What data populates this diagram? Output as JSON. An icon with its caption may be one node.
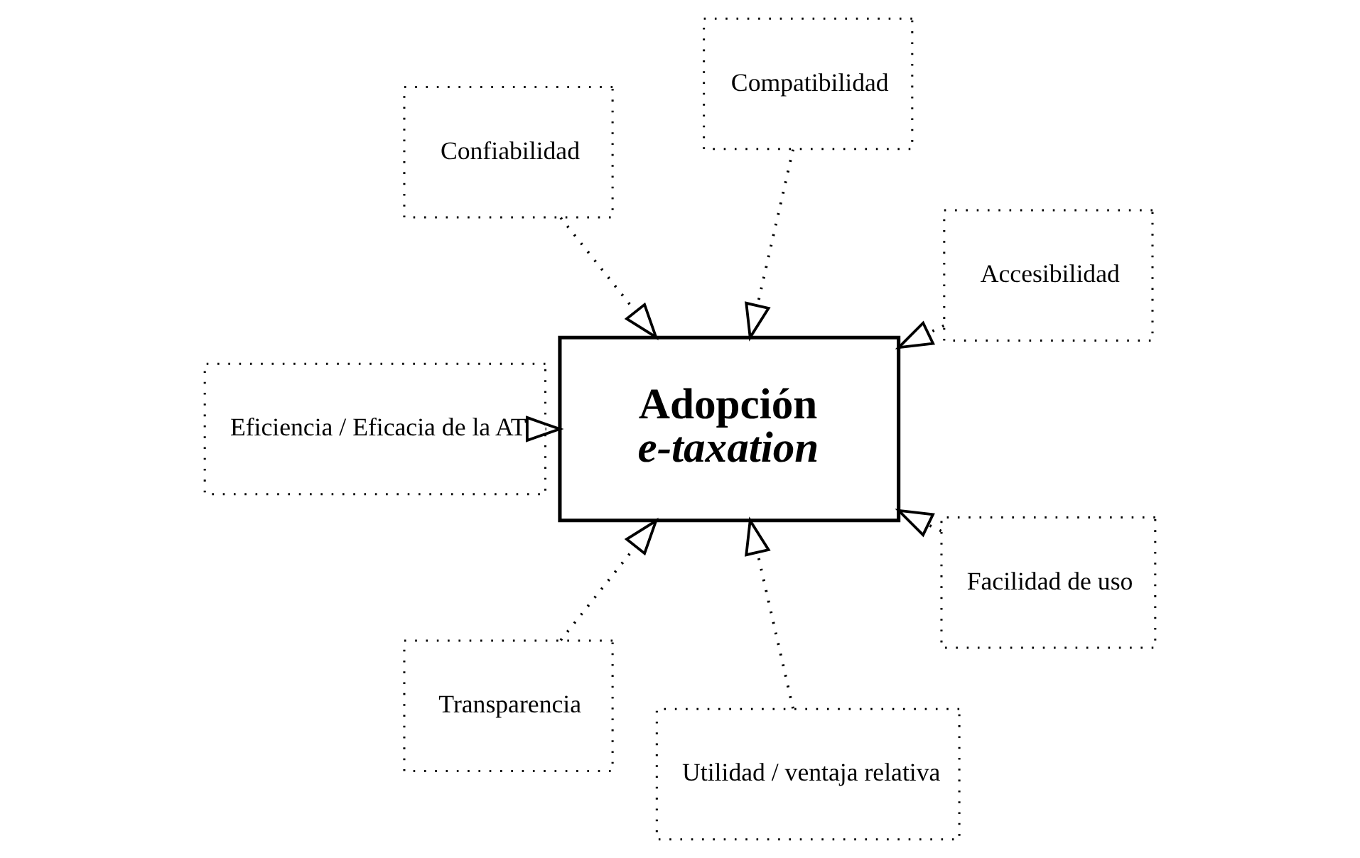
{
  "diagram": {
    "nodes": [
      {
        "text": [
          "Accesibilidad"
        ]
      },
      {
        "text": [
          "Compatibilidad"
        ]
      },
      {
        "text": [
          "Confiabilidad"
        ]
      },
      {
        "text": [
          "Eficiencia / Eficacia de la AT"
        ]
      },
      {
        "text": [
          "Adopción *e-taxation*"
        ]
      },
      {
        "text": [
          "Transparencia"
        ]
      },
      {
        "text": [
          "Utilidad / ventaja relativa"
        ]
      },
      {
        "text": [
          "Facilidad de uso"
        ]
      }
    ],
    "edges": [
      {
        "from": 0,
        "to": 4,
        "arrow": "to"
      },
      {
        "from": 1,
        "to": 4,
        "arrow": "to"
      },
      {
        "from": 2,
        "to": 4,
        "arrow": "to"
      },
      {
        "from": 3,
        "to": 4,
        "arrow": "to"
      },
      {
        "from": 5,
        "to": 4,
        "arrow": "to"
      },
      {
        "from": 6,
        "to": 4,
        "arrow": "to"
      },
      {
        "from": 7,
        "to": 4,
        "arrow": "to"
      }
    ]
  }
}
